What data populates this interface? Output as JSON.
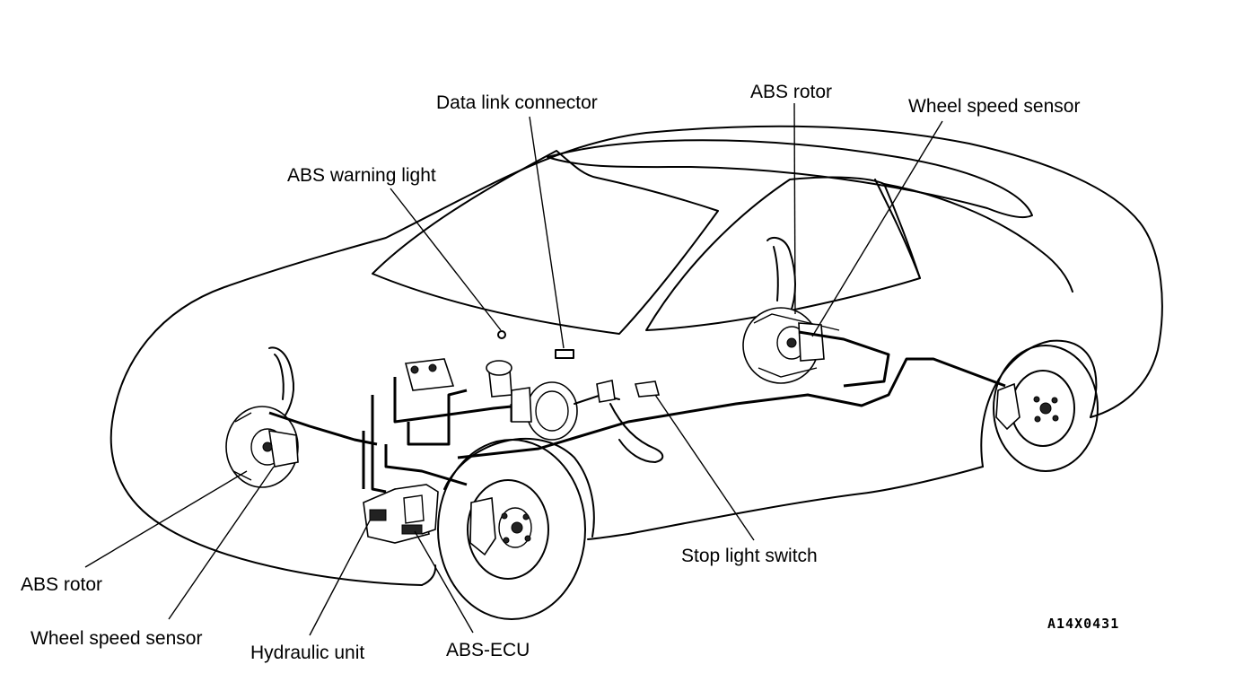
{
  "labels": {
    "data_link_connector": "Data link connector",
    "abs_rotor_rear": "ABS rotor",
    "wheel_speed_sensor_rear": "Wheel speed sensor",
    "abs_warning_light": "ABS warning light",
    "stop_light_switch": "Stop light switch",
    "abs_rotor_front": "ABS rotor",
    "wheel_speed_sensor_front": "Wheel speed sensor",
    "hydraulic_unit": "Hydraulic unit",
    "abs_ecu": "ABS-ECU"
  },
  "figure_code": "A14X0431"
}
